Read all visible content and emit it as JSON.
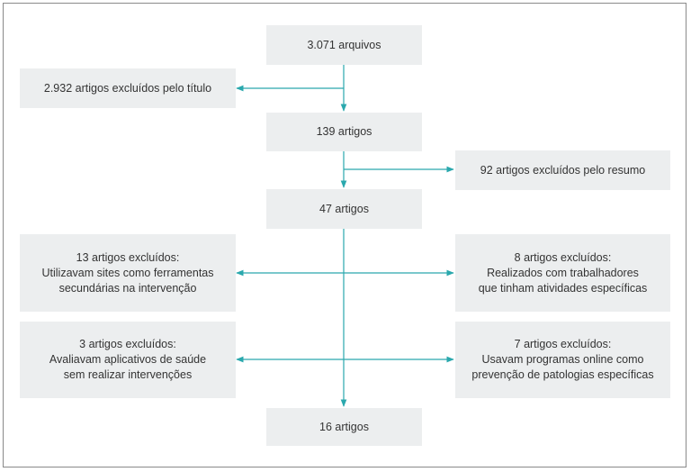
{
  "colors": {
    "arrow": "#2aa8ad",
    "box_fill": "#eceeef",
    "border": "#8a8a8a",
    "text": "#333333"
  },
  "diagram": {
    "nodes": {
      "files": "3.071 arquivos",
      "excluded_title": "2.932 artigos excluídos pelo título",
      "articles_139": "139 artigos",
      "excluded_abstract": "92 artigos excluídos pelo resumo",
      "articles_47": "47 artigos",
      "excluded_13": "13 artigos excluídos:\nUtilizavam sites como ferramentas\nsecundárias na intervenção",
      "excluded_8": "8 artigos excluídos:\nRealizados com trabalhadores\nque tinham atividades específicas",
      "excluded_3": "3 artigos excluídos:\nAvaliavam aplicativos de saúde\nsem realizar intervenções",
      "excluded_7": "7 artigos excluídos:\nUsavam programas online como\nprevenção de patologias específicas",
      "articles_16": "16 artigos"
    }
  }
}
